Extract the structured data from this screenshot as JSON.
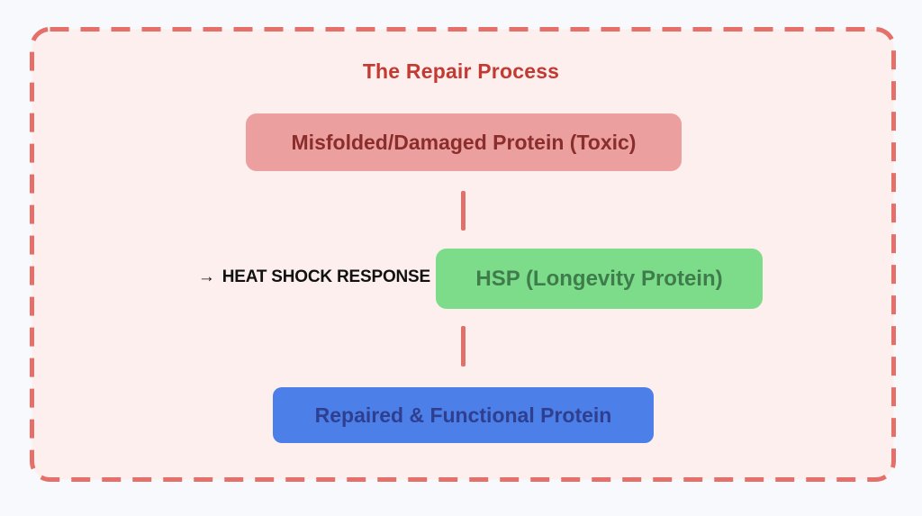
{
  "diagram": {
    "title": "The Repair Process",
    "annotation": {
      "arrow": "→",
      "label": "HEAT SHOCK RESPONSE"
    },
    "nodes": [
      {
        "id": "misfolded-protein",
        "label": "Misfolded/Damaged Protein (Toxic)",
        "bg": "#ec9f9f",
        "fg": "#8a2e2c"
      },
      {
        "id": "hsp",
        "label": "HSP (Longevity Protein)",
        "bg": "#7ddc8a",
        "fg": "#3e7d4b"
      },
      {
        "id": "repaired-protein",
        "label": "Repaired & Functional Protein",
        "bg": "#4d7fe8",
        "fg": "#2e3f90"
      }
    ],
    "colors": {
      "page-bg": "#f8f9fc",
      "panel-bg": "#fcefed",
      "panel-border": "#e57069",
      "connector": "#e0716a",
      "title": "#c43a32",
      "annotation-text": "#111111"
    }
  }
}
